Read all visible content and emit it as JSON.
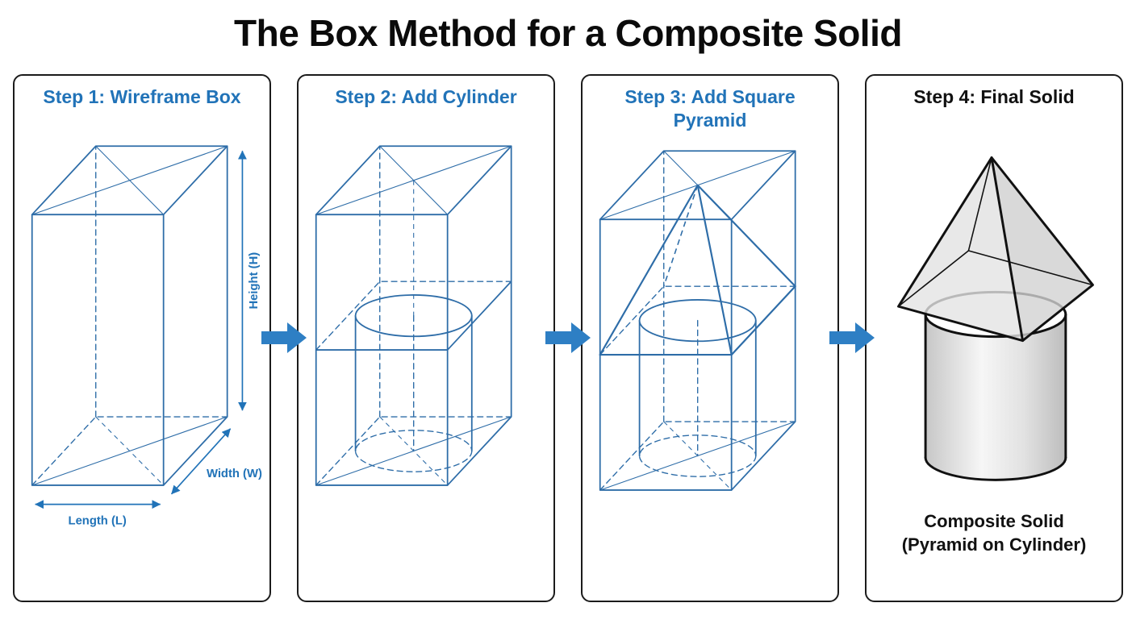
{
  "title": "The Box Method for a Composite Solid",
  "colors": {
    "accent_blue": "#2173b8",
    "line_blue": "#2e6da8",
    "arrow_blue": "#2e7fc4",
    "ink": "#111111"
  },
  "panels": [
    {
      "title": "Step 1: Wireframe Box",
      "labels": {
        "height": "Height (H)",
        "width": "Width (W)",
        "length": "Length (L)"
      }
    },
    {
      "title": "Step 2: Add Cylinder"
    },
    {
      "title": "Step 3: Add Square Pyramid"
    },
    {
      "title": "Step 4: Final Solid",
      "caption": {
        "line1": "Composite Solid",
        "line2": "(Pyramid on Cylinder)"
      }
    }
  ]
}
